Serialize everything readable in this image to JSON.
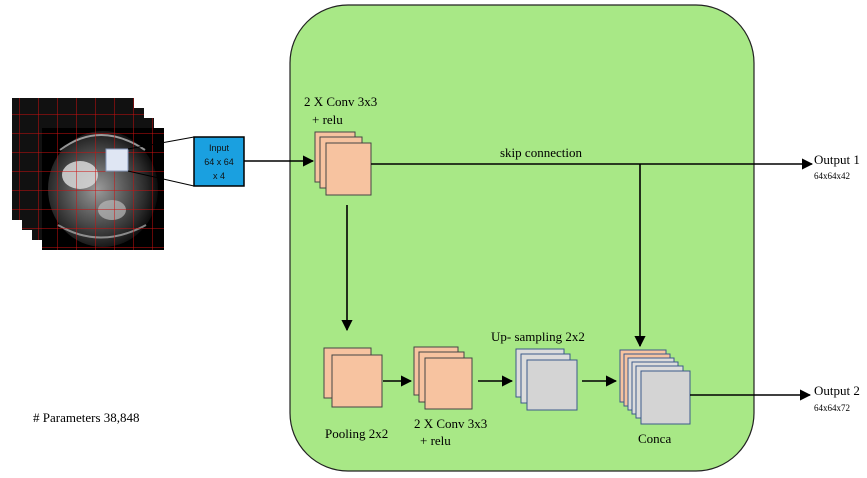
{
  "input_box": {
    "line1": "Input",
    "line2": "64 x 64",
    "line3": "x 4"
  },
  "conv_top": {
    "line1": "2 X Conv 3x3",
    "line2": "+ relu"
  },
  "skip_connection": "skip connection",
  "output1": {
    "label": "Output 1",
    "size": "64x64x42"
  },
  "output2": {
    "label": "Output 2",
    "size": "64x64x72"
  },
  "pooling": "Pooling 2x2",
  "conv_bottom": {
    "line1": "2 X Conv 3x3",
    "line2": "+ relu"
  },
  "upsampling": "Up- sampling 2x2",
  "concat": "Conca",
  "parameters": "# Parameters 38,848",
  "colors": {
    "module_fill": "#a8e886",
    "feature_orange": "#f7c3a0",
    "feature_gray": "#d8d8d8",
    "input_blue": "#1aa0e0",
    "mri_grid": "#cc1010"
  }
}
